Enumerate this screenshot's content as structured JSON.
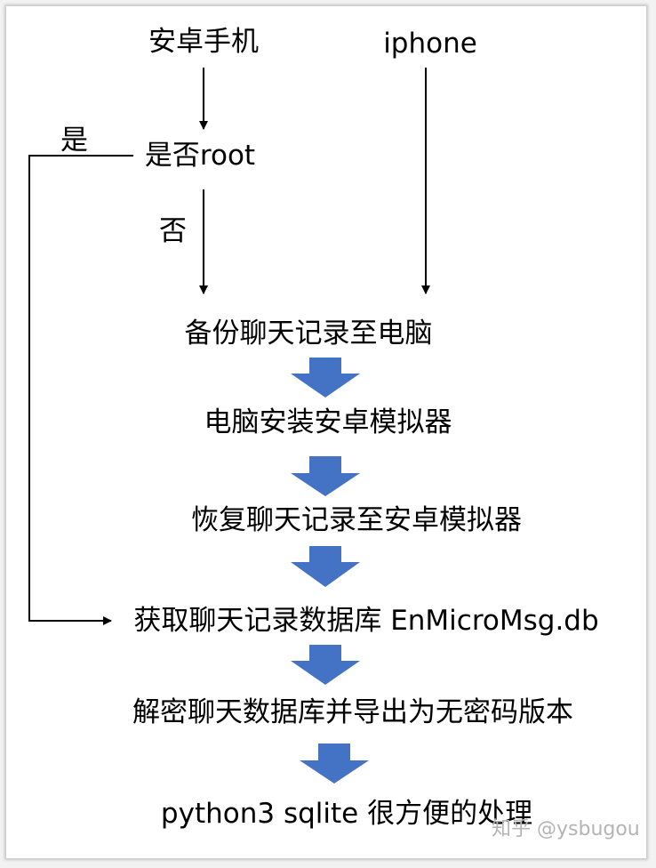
{
  "nodes": {
    "android": "安卓手机",
    "iphone": "iphone",
    "root_check": "是否root",
    "backup": "备份聊天记录至电脑",
    "install_emulator": "电脑安装安卓模拟器",
    "restore": "恢复聊天记录至安卓模拟器",
    "get_db": "获取聊天记录数据库 EnMicroMsg.db",
    "decrypt": "解密聊天数据库并导出为无密码版本",
    "process": "python3  sqlite 很方便的处理"
  },
  "edge_labels": {
    "yes": "是",
    "no": "否"
  },
  "watermark": "知乎 @ysbugou",
  "colors": {
    "arrow_fill": "#4472c4",
    "line": "#000000"
  }
}
